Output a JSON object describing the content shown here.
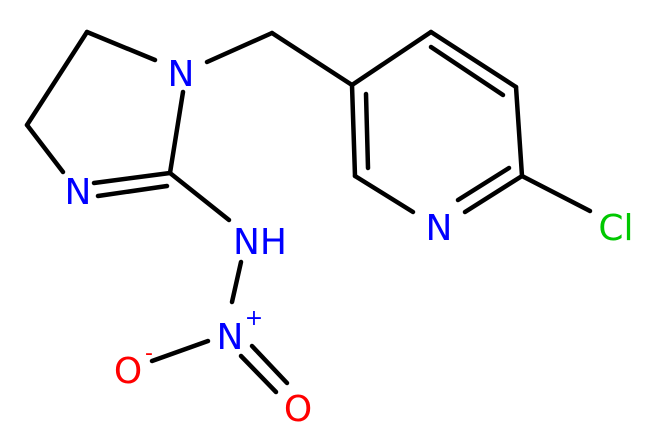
{
  "molecule": {
    "colors": {
      "bond": "#000000",
      "nitrogen": "#0000ff",
      "oxygen": "#ff0000",
      "chlorine": "#00c800"
    },
    "atoms": {
      "n_ring": "N",
      "n_imine": "N",
      "n_pyridine": "N",
      "cl": "Cl",
      "nh": "NH",
      "n_nitro": "N",
      "n_nitro_charge": "+",
      "o_minus": "O",
      "o_minus_charge": "-",
      "o_double": "O"
    }
  }
}
